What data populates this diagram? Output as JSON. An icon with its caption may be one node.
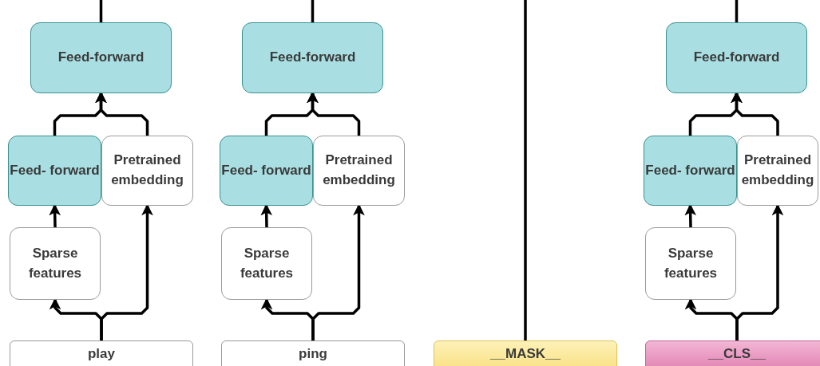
{
  "diagram": {
    "nodes": [
      {
        "text": [
          "Feed-forward"
        ]
      },
      {
        "text": [
          "Feed- forward"
        ]
      },
      {
        "text": [
          "Pretrained embedding"
        ]
      },
      {
        "text": [
          "Sparse features"
        ]
      },
      {
        "text": [
          "play"
        ]
      },
      {
        "text": [
          "Feed-forward"
        ]
      },
      {
        "text": [
          "Feed- forward"
        ]
      },
      {
        "text": [
          "Pretrained embedding"
        ]
      },
      {
        "text": [
          "Sparse features"
        ]
      },
      {
        "text": [
          "ping"
        ]
      },
      {
        "text": [
          "__MASK__"
        ]
      },
      {
        "text": [
          "Feed-forward"
        ]
      },
      {
        "text": [
          "Feed- forward"
        ]
      },
      {
        "text": [
          "Pretrained embedding"
        ]
      },
      {
        "text": [
          "Sparse features"
        ]
      },
      {
        "text": [
          "__CLS__"
        ]
      }
    ],
    "edges": [
      {
        "from": 4,
        "to": 3,
        "arrow": "to"
      },
      {
        "from": 4,
        "to": 2,
        "arrow": "to"
      },
      {
        "from": 3,
        "to": 1,
        "arrow": "to"
      },
      {
        "from": 1,
        "to": 0,
        "arrow": "to"
      },
      {
        "from": 2,
        "to": 0,
        "arrow": "to"
      },
      {
        "from": 0,
        "to": null,
        "arrow": "none"
      },
      {
        "from": 9,
        "to": 8,
        "arrow": "to"
      },
      {
        "from": 9,
        "to": 7,
        "arrow": "to"
      },
      {
        "from": 8,
        "to": 6,
        "arrow": "to"
      },
      {
        "from": 6,
        "to": 5,
        "arrow": "to"
      },
      {
        "from": 7,
        "to": 5,
        "arrow": "to"
      },
      {
        "from": 5,
        "to": null,
        "arrow": "none"
      },
      {
        "from": 10,
        "to": null,
        "arrow": "none"
      },
      {
        "from": 15,
        "to": 14,
        "arrow": "to"
      },
      {
        "from": 15,
        "to": 13,
        "arrow": "to"
      },
      {
        "from": 14,
        "to": 12,
        "arrow": "to"
      },
      {
        "from": 12,
        "to": 11,
        "arrow": "to"
      },
      {
        "from": 13,
        "to": 11,
        "arrow": "to"
      },
      {
        "from": 11,
        "to": null,
        "arrow": "none"
      }
    ]
  }
}
